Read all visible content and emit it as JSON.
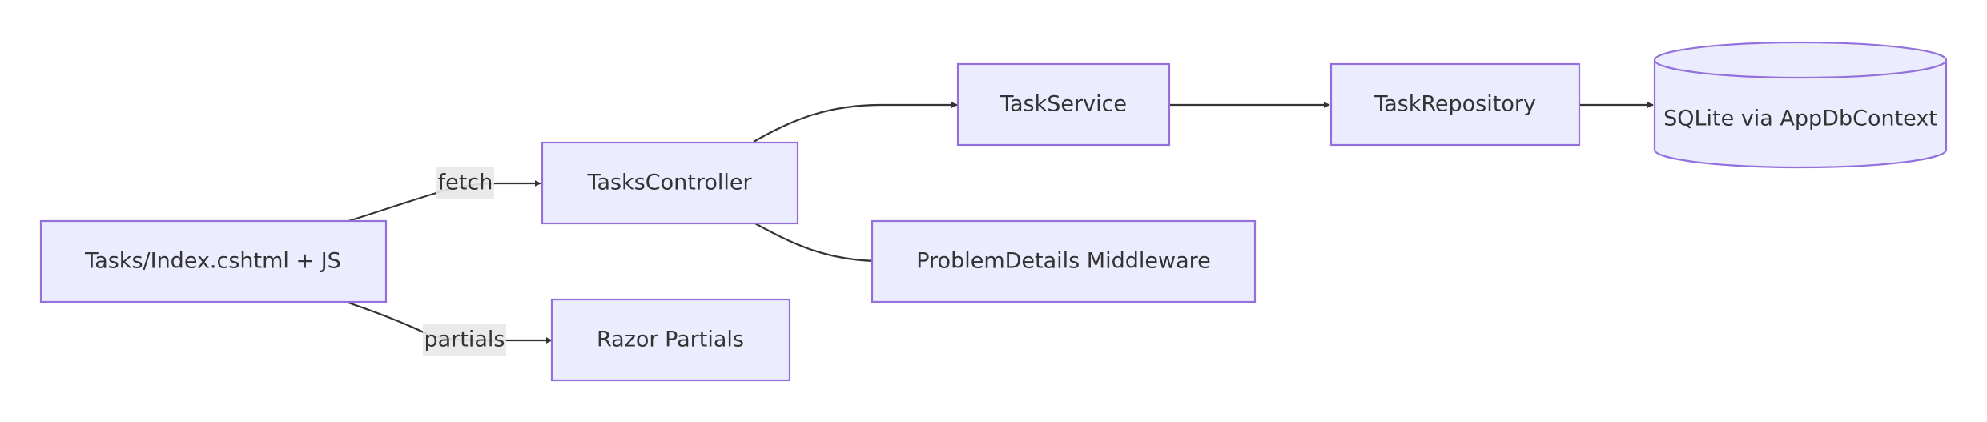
{
  "diagram": {
    "direction": "left-to-right",
    "colors": {
      "node_fill": "#ECECFF",
      "node_stroke": "#9370DB",
      "edge": "#333333",
      "edge_label_bg": "#E8E8E8",
      "text": "#333333"
    },
    "nodes": {
      "index": {
        "label": "Tasks/Index.cshtml + JS",
        "shape": "rectangle"
      },
      "controller": {
        "label": "TasksController",
        "shape": "rectangle"
      },
      "partials": {
        "label": "Razor Partials",
        "shape": "rectangle"
      },
      "service": {
        "label": "TaskService",
        "shape": "rectangle"
      },
      "middleware": {
        "label": "ProblemDetails Middleware",
        "shape": "rectangle"
      },
      "repository": {
        "label": "TaskRepository",
        "shape": "rectangle"
      },
      "db": {
        "label": "SQLite via AppDbContext",
        "shape": "cylinder"
      }
    },
    "edges": [
      {
        "from": "index",
        "to": "controller",
        "label": "fetch"
      },
      {
        "from": "index",
        "to": "partials",
        "label": "partials"
      },
      {
        "from": "controller",
        "to": "service",
        "label": ""
      },
      {
        "from": "controller",
        "to": "middleware",
        "label": ""
      },
      {
        "from": "service",
        "to": "repository",
        "label": ""
      },
      {
        "from": "repository",
        "to": "db",
        "label": ""
      }
    ]
  }
}
